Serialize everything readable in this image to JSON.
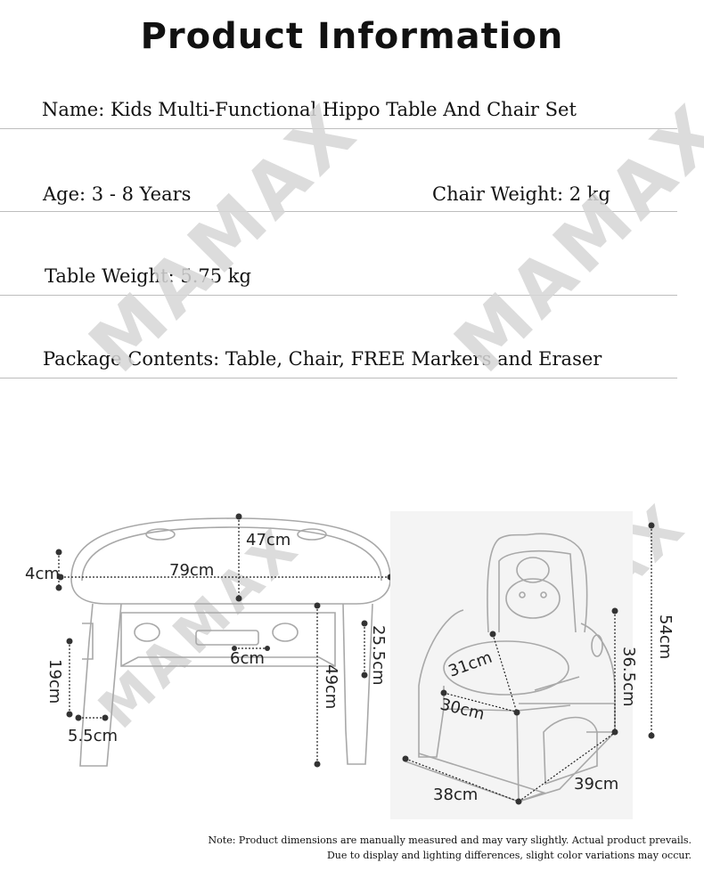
{
  "page": {
    "title": "Product Information",
    "name_line": "Name: Kids Multi-Functional Hippo Table And Chair Set",
    "age_line": "Age: 3 - 8 Years",
    "chair_weight_line": "Chair Weight: 2 kg",
    "table_weight_line": "Table Weight: 5.75 kg",
    "package_line": "Package Contents: Table, Chair, FREE Markers and Eraser",
    "watermark": "MAMAX"
  },
  "dimensions": {
    "table": {
      "top_thickness": "4cm",
      "length": "79cm",
      "width": "47cm",
      "shelf_gap": "6cm",
      "shelf_height": "25.5cm",
      "height": "49cm",
      "leg_height": "19cm",
      "leg_width": "5.5cm"
    },
    "chair": {
      "height": "54cm",
      "seat_height": "36.5cm",
      "seat_depth": "31cm",
      "seat_width": "30cm",
      "base_width": "38cm",
      "base_depth": "39cm"
    }
  },
  "note": {
    "line1": "Note: Product dimensions are manually measured and may vary slightly. Actual product prevails.",
    "line2": "Due to display and lighting differences, slight color variations may occur."
  }
}
